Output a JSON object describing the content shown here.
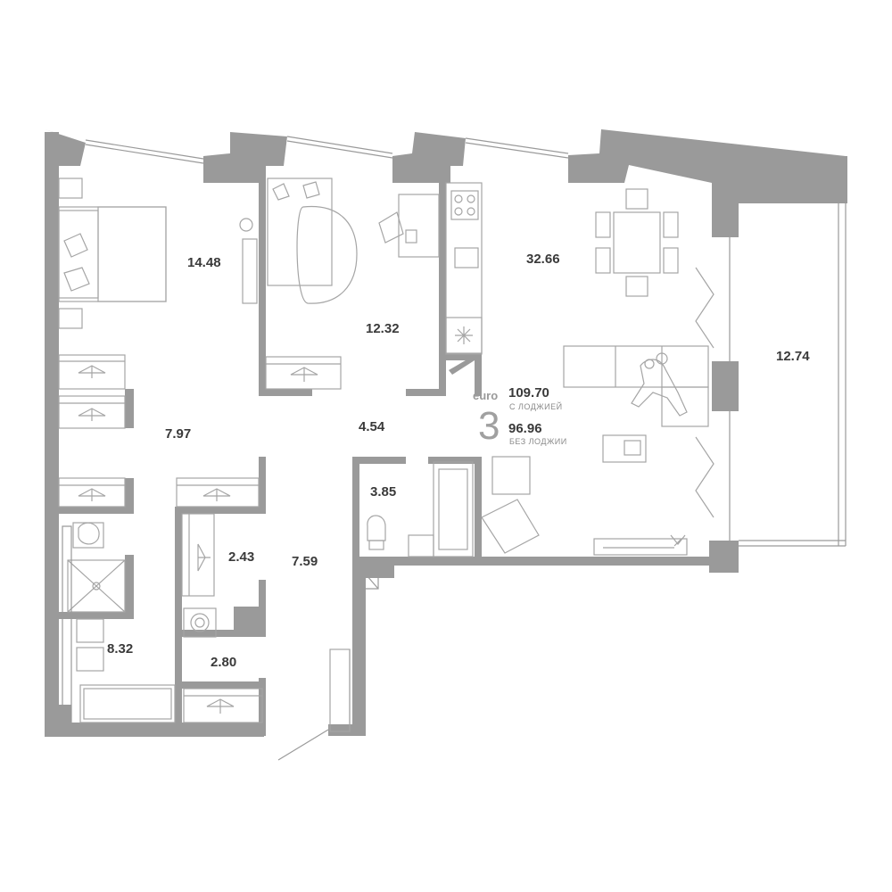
{
  "apartment": {
    "brand": "euro",
    "rooms_count": "3",
    "area_with_loggia": "109.70",
    "with_loggia_label": "С ЛОДЖИЕЙ",
    "area_without_loggia": "96.96",
    "without_loggia_label": "БЕЗ ЛОДЖИИ"
  },
  "rooms": [
    {
      "id": "bedroom-1",
      "area": "14.48"
    },
    {
      "id": "bedroom-2",
      "area": "12.32"
    },
    {
      "id": "living-kitchen",
      "area": "32.66"
    },
    {
      "id": "loggia",
      "area": "12.74"
    },
    {
      "id": "hall",
      "area": "7.97"
    },
    {
      "id": "corridor",
      "area": "4.54"
    },
    {
      "id": "bathroom-small",
      "area": "3.85"
    },
    {
      "id": "closet",
      "area": "2.43"
    },
    {
      "id": "entrance-hall",
      "area": "7.59"
    },
    {
      "id": "bathroom-main",
      "area": "8.32"
    },
    {
      "id": "laundry",
      "area": "2.80"
    }
  ],
  "colors": {
    "wall": "#9a9a9a",
    "text": "#3a3a3a",
    "muted": "#8a8a8a"
  }
}
